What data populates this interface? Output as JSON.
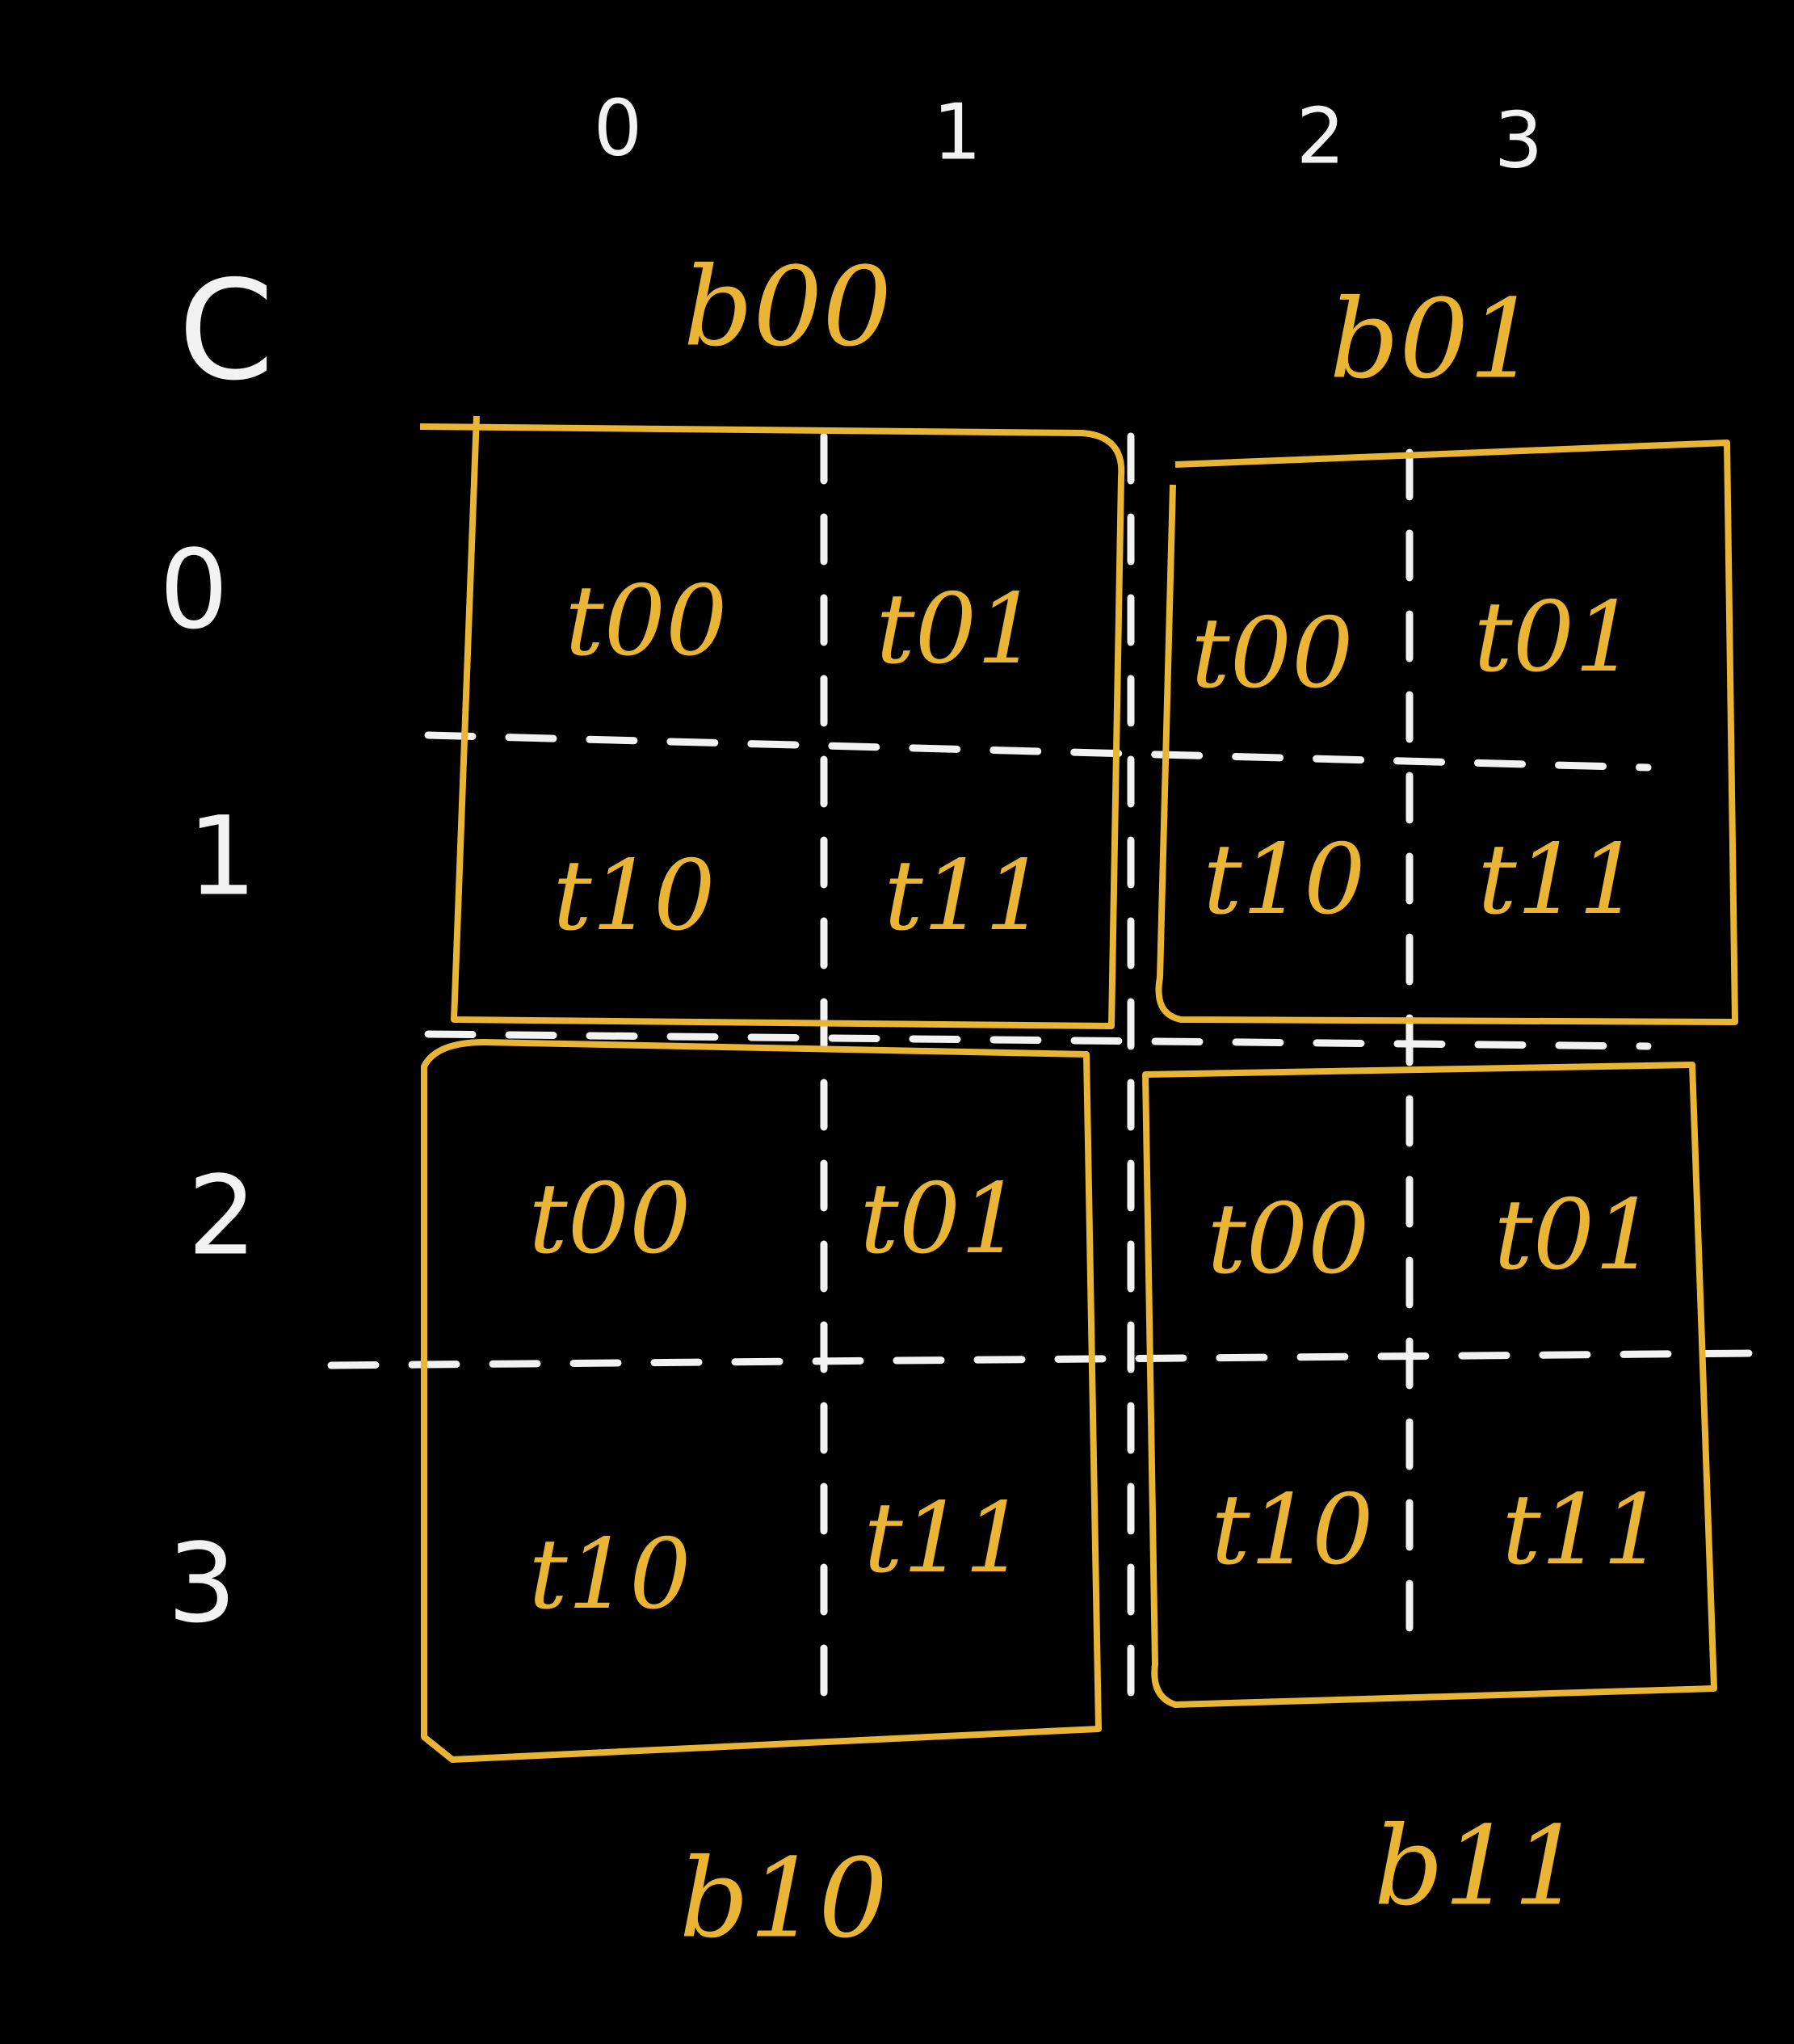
{
  "matrix_label": "C",
  "column_indices": [
    "0",
    "1",
    "2",
    "3"
  ],
  "row_indices": [
    "0",
    "1",
    "2",
    "3"
  ],
  "blocks": [
    {
      "name": "b00",
      "threads": [
        "t00",
        "t01",
        "t10",
        "t11"
      ]
    },
    {
      "name": "b01",
      "threads": [
        "t00",
        "t01",
        "t10",
        "t11"
      ]
    },
    {
      "name": "b10",
      "threads": [
        "t00",
        "t01",
        "t10",
        "t11"
      ]
    },
    {
      "name": "b11",
      "threads": [
        "t00",
        "t01",
        "t10",
        "t11"
      ]
    }
  ],
  "colors": {
    "background": "#000000",
    "chalk_white": "#f2f2f2",
    "block_gold": "#eab534"
  }
}
